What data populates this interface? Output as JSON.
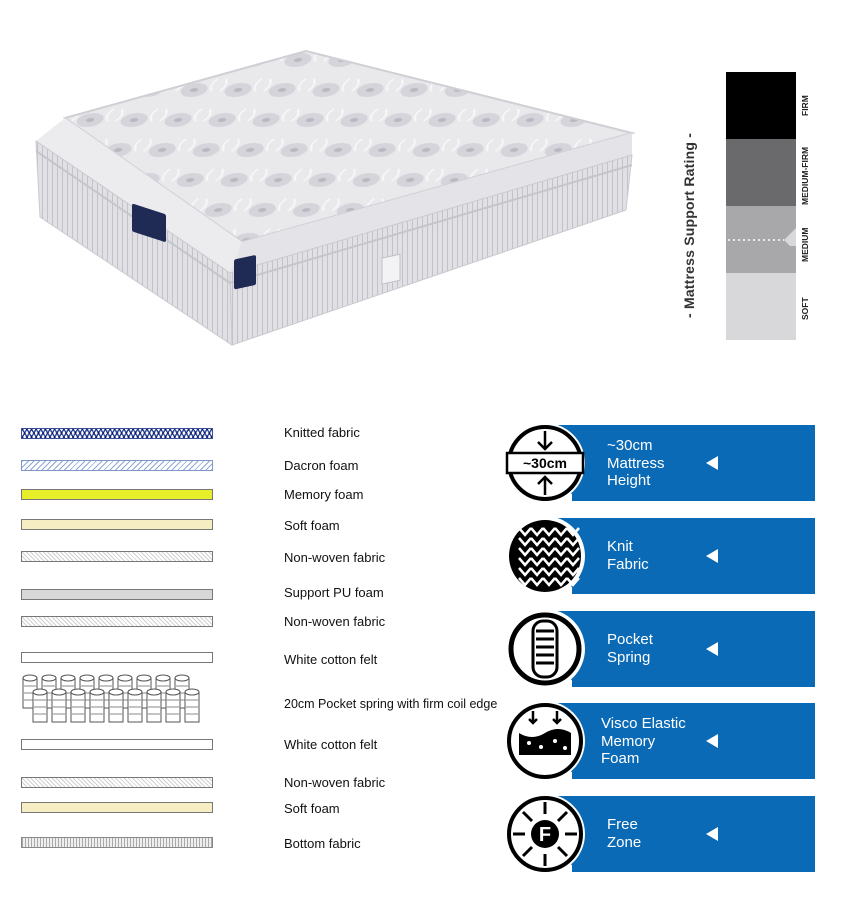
{
  "support_rating": {
    "title": "- Mattress Support Rating -",
    "levels": [
      {
        "label": "FIRM",
        "color": "#000000"
      },
      {
        "label": "MEDIUM-FIRM",
        "color": "#6a6a6c"
      },
      {
        "label": "MEDIUM",
        "color": "#a8a8aa"
      },
      {
        "label": "SOFT",
        "color": "#d8d8da"
      }
    ],
    "selected": "MEDIUM"
  },
  "layers": [
    {
      "label": "Knitted fabric",
      "swatch": "knitted"
    },
    {
      "label": "Dacron foam",
      "swatch": "dacron"
    },
    {
      "label": "Memory foam",
      "swatch": "memory",
      "color": "#e6ef2a"
    },
    {
      "label": "Soft foam",
      "swatch": "soft",
      "color": "#f7edc3"
    },
    {
      "label": "Non-woven fabric",
      "swatch": "nonwoven"
    },
    {
      "label": "Support PU foam",
      "swatch": "pu",
      "color": "#d8d8d8"
    },
    {
      "label": "Non-woven fabric",
      "swatch": "nonwoven"
    },
    {
      "label": "White cotton felt",
      "swatch": "felt"
    },
    {
      "label": "20cm Pocket spring with firm coil edge",
      "swatch": "springs"
    },
    {
      "label": "White cotton felt",
      "swatch": "felt"
    },
    {
      "label": "Non-woven fabric",
      "swatch": "nonwoven"
    },
    {
      "label": "Soft foam",
      "swatch": "soft",
      "color": "#f7edc3"
    },
    {
      "label": "Bottom fabric",
      "swatch": "bottom"
    }
  ],
  "features": [
    {
      "lines": [
        "~30cm",
        "Mattress",
        "Height"
      ],
      "icon": "height-icon",
      "icon_text": "~30cm"
    },
    {
      "lines": [
        "Knit",
        "Fabric"
      ],
      "icon": "knit-fabric-icon"
    },
    {
      "lines": [
        "Pocket",
        "Spring"
      ],
      "icon": "pocket-spring-icon"
    },
    {
      "lines": [
        "Visco Elastic",
        "Memory",
        "Foam"
      ],
      "icon": "memory-foam-icon"
    },
    {
      "lines": [
        "Free",
        "Zone"
      ],
      "icon": "free-zone-icon",
      "icon_text": "F"
    }
  ],
  "colors": {
    "accent": "#0b6ab5"
  }
}
